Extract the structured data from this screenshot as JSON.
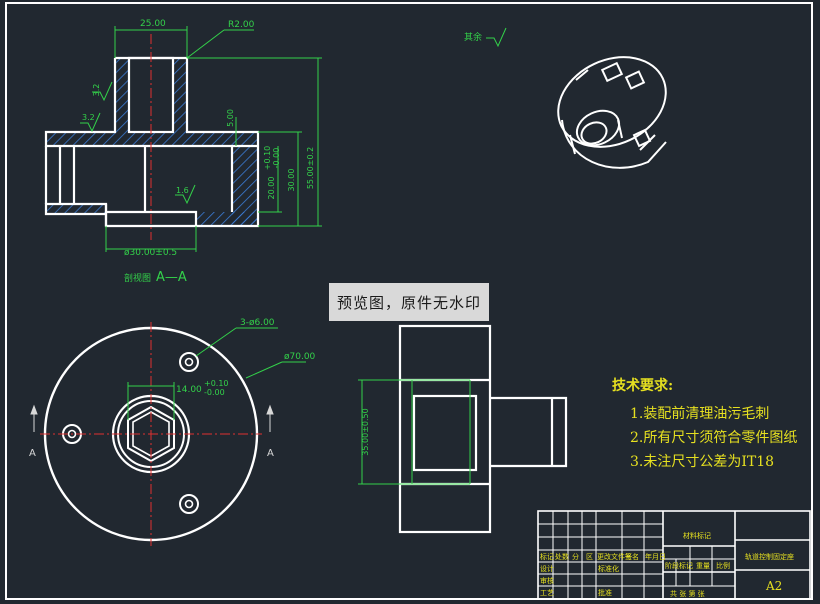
{
  "section_view": {
    "label": "剖视图",
    "label_suffix": "A—A",
    "dims": {
      "top_width": "25.00",
      "radius": "R2.00",
      "height_total": "55.00±0.2",
      "height_body": "30.00",
      "bore_depth": "20.00",
      "bore_tol_plus": "+0.10",
      "bore_tol_minus": "-0.00",
      "wall": "5.00",
      "bottom_dia": "ø30.00±0.5",
      "rough_1": "3.2",
      "rough_2": "3.2",
      "rough_3": "1.6"
    }
  },
  "rest_roughness": "其余",
  "top_view": {
    "holes": "3-ø6.00",
    "outer_dia": "ø70.00",
    "hex": "14.00",
    "hex_tol_plus": "+0.10",
    "hex_tol_minus": "-0.00",
    "cut_left": "A",
    "cut_right": "A"
  },
  "side_view": {
    "dim": "35.00±0.50"
  },
  "watermark": "预览图，原件无水印",
  "tech_req": {
    "title": "技术要求:",
    "items": [
      "1.装配前清理油污毛刺",
      "2.所有尺寸须符合零件图纸",
      "3.未注尺寸公差为IT18"
    ]
  },
  "title_block": {
    "material": "材料标记",
    "part_name": "轨道控制固定座",
    "size": "A2",
    "stage": "阶段标记",
    "weight": "重量",
    "scale": "比例",
    "sheets": "共  张  第  张",
    "r1": [
      "标记",
      "处数",
      "分",
      "区",
      "更改文件号",
      "签名",
      "年月日"
    ],
    "r2": [
      "设计",
      "",
      "标准化"
    ],
    "r3": [
      "审核"
    ],
    "r4": [
      "工艺",
      "",
      "批准"
    ]
  },
  "colors": {
    "background": "#212830",
    "outline": "#ffffff",
    "dimension": "#33d14a",
    "hatch": "#3a7bd5",
    "center": "#e03030",
    "text": "#e6e020"
  }
}
